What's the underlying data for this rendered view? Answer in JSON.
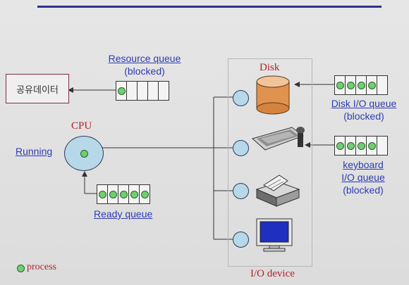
{
  "diagram": {
    "shared_data": "공유데이터",
    "resource_queue": {
      "label": "Resource queue",
      "state": "(blocked)",
      "slots": 5,
      "filled": 1
    },
    "cpu_label": "CPU",
    "running_label": "Running",
    "ready_queue": {
      "label": "Ready queue",
      "slots": 5,
      "filled": 5
    },
    "disk_label": "Disk",
    "disk_queue": {
      "label": "Disk I/O queue",
      "state": "(blocked)",
      "slots": 5,
      "filled": 4
    },
    "keyboard_queue": {
      "line1": "keyboard",
      "line2": "I/O queue",
      "state": "(blocked)",
      "slots": 5,
      "filled": 4
    },
    "io_device_label": "I/O device",
    "legend_label": "process",
    "colors": {
      "node": "#b6d8e8",
      "process": "#6ed06e",
      "link": "#2e3bb2",
      "device": "#b2202a"
    }
  }
}
